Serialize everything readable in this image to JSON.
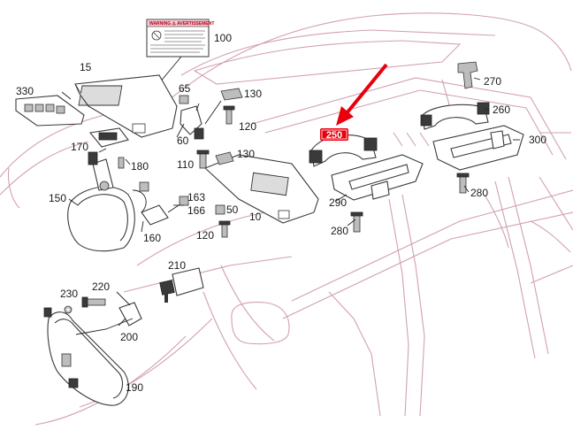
{
  "warning_label": {
    "header": "WARNING ⚠ AVERTISSEMENT"
  },
  "callouts": [
    {
      "id": "c100",
      "text": "100"
    },
    {
      "id": "c15",
      "text": "15"
    },
    {
      "id": "c330",
      "text": "330"
    },
    {
      "id": "c65",
      "text": "65"
    },
    {
      "id": "c130a",
      "text": "130"
    },
    {
      "id": "c120a",
      "text": "120"
    },
    {
      "id": "c60",
      "text": "60"
    },
    {
      "id": "c170",
      "text": "170"
    },
    {
      "id": "c180",
      "text": "180"
    },
    {
      "id": "c110",
      "text": "110"
    },
    {
      "id": "c130b",
      "text": "130"
    },
    {
      "id": "c150",
      "text": "150"
    },
    {
      "id": "c163",
      "text": "163"
    },
    {
      "id": "c166",
      "text": "166"
    },
    {
      "id": "c50",
      "text": "50"
    },
    {
      "id": "c10",
      "text": "10"
    },
    {
      "id": "c160",
      "text": "160"
    },
    {
      "id": "c120b",
      "text": "120"
    },
    {
      "id": "c270",
      "text": "270"
    },
    {
      "id": "c260",
      "text": "260"
    },
    {
      "id": "c300",
      "text": "300"
    },
    {
      "id": "c280a",
      "text": "280"
    },
    {
      "id": "c290",
      "text": "290"
    },
    {
      "id": "c280b",
      "text": "280"
    },
    {
      "id": "c210",
      "text": "210"
    },
    {
      "id": "c230",
      "text": "230"
    },
    {
      "id": "c220",
      "text": "220"
    },
    {
      "id": "c200",
      "text": "200"
    },
    {
      "id": "c190",
      "text": "190"
    }
  ],
  "highlight": {
    "text": "250",
    "color": "#e8000d"
  },
  "colors": {
    "car_outline": "#d2a0b3",
    "part_stroke": "#3a3a3a",
    "arrow": "#e8000d"
  }
}
